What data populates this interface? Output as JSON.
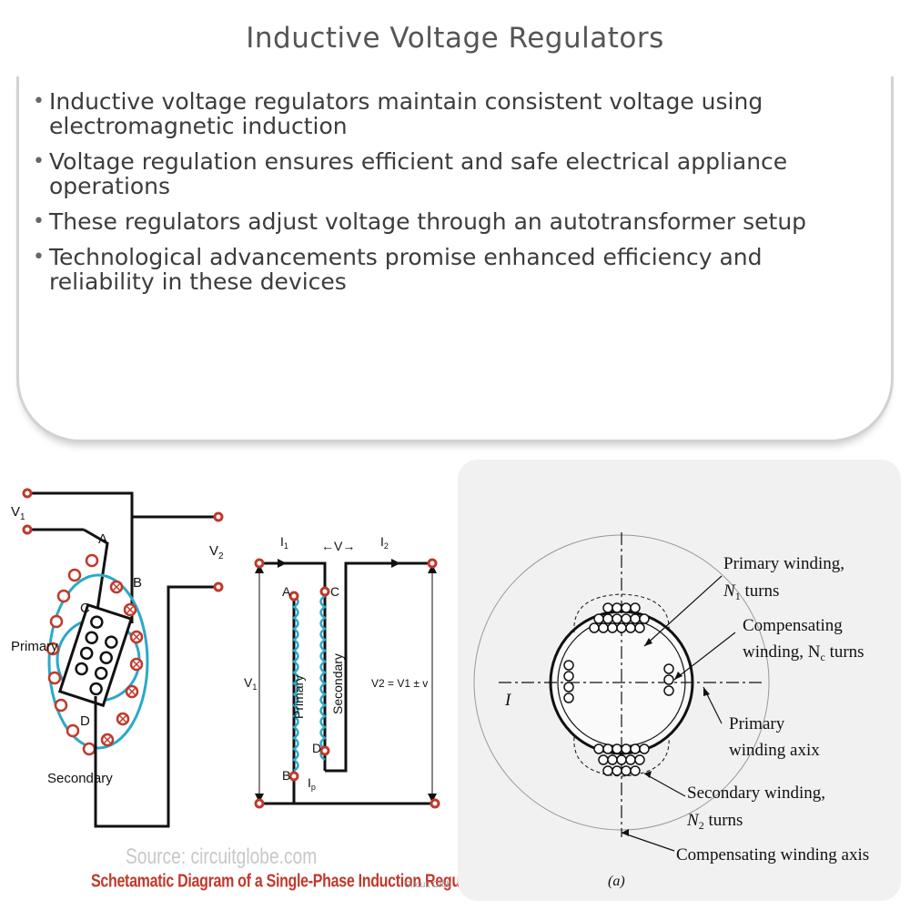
{
  "title": "Inductive Voltage Regulators",
  "bullets": [
    "Inductive voltage regulators maintain consistent voltage using electromagnetic induction",
    "Voltage regulation ensures efficient and safe electrical appliance operations",
    "These regulators adjust voltage through an autotransformer setup",
    "Technological advancements promise enhanced efficiency and reliability in these devices"
  ],
  "left_figure": {
    "labels": {
      "v1": "V",
      "v1_sub": "1",
      "v2": "V",
      "v2_sub": "2",
      "a": "A",
      "b": "B",
      "c": "C",
      "d": "D",
      "primary": "Primary",
      "secondary": "Secondary",
      "i1": "I",
      "i1_sub": "1",
      "i2": "I",
      "i2_sub": "2",
      "v_arrow": "←V→",
      "a2": "A",
      "c2": "C",
      "d2": "D",
      "b2": "B",
      "ip": "I",
      "ip_sub": "p",
      "v1_side": "V",
      "v1_side_sub": "1",
      "coil_primary": "Primary",
      "coil_secondary": "Secondary",
      "v2_eq": "V2 = V1 ± v"
    },
    "source": "Source: circuitglobe.com",
    "caption": "Schetamatic Diagram of a Single-Phase Induction Regulator",
    "credit": "Circuit Glob"
  },
  "right_figure": {
    "labels": {
      "primary_winding": "Primary winding,",
      "n1_turns": "N",
      "n1_sub": "1",
      "n1_rest": " turns",
      "compensating": "Compensating",
      "winding_nc": "winding, N",
      "nc_sub": "c",
      "nc_rest": " turns",
      "primary2": "Primary",
      "winding_axix": "winding axix",
      "secondary_winding": "Secondary winding,",
      "n2": "N",
      "n2_sub": "2",
      "n2_rest": " turns",
      "comp_axis": "Compensating winding axis",
      "i_label": "I",
      "fig_a": "(a)"
    },
    "colors": {
      "panel": "#f1f1f1",
      "line": "#1a1a1a"
    }
  }
}
